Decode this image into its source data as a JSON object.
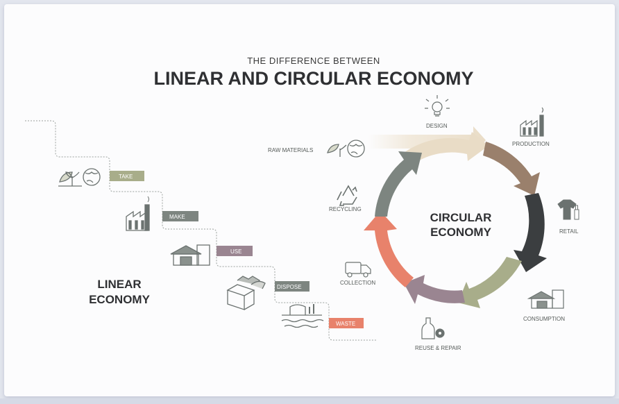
{
  "header": {
    "subtitle": "THE DIFFERENCE BETWEEN",
    "title": "LINEAR AND CIRCULAR ECONOMY"
  },
  "linear": {
    "title_line1": "LINEAR",
    "title_line2": "ECONOMY",
    "steps": [
      {
        "label": "TAKE",
        "color": "#a8ad8a",
        "icon": "globe-leaf-icon"
      },
      {
        "label": "MAKE",
        "color": "#7d8580",
        "icon": "factory-icon"
      },
      {
        "label": "USE",
        "color": "#9a8591",
        "icon": "house-icon"
      },
      {
        "label": "DISPOSE",
        "color": "#7d8580",
        "icon": "trash-box-icon"
      },
      {
        "label": "WASTE",
        "color": "#e8826b",
        "icon": "polluted-water-icon"
      }
    ]
  },
  "circular": {
    "center_line1": "CIRCULAR",
    "center_line2": "ECONOMY",
    "raw_materials": "RAW MATERIALS",
    "stages": [
      {
        "label": "DESIGN",
        "icon": "lightbulb-icon",
        "color": "#e9dcc6"
      },
      {
        "label": "PRODUCTION",
        "icon": "factory-icon",
        "color": "#9a806c"
      },
      {
        "label": "RETAIL",
        "icon": "shirt-bottle-icon",
        "color": "#3b3e40"
      },
      {
        "label": "CONSUMPTION",
        "icon": "house-icon",
        "color": "#a8ad8a"
      },
      {
        "label": "REUSE & REPAIR",
        "icon": "bottle-gear-icon",
        "color": "#9a8591"
      },
      {
        "label": "COLLECTION",
        "icon": "truck-icon",
        "color": "#e8826b"
      },
      {
        "label": "RECYCLING",
        "icon": "recycle-icon",
        "color": "#7d8580"
      }
    ]
  }
}
